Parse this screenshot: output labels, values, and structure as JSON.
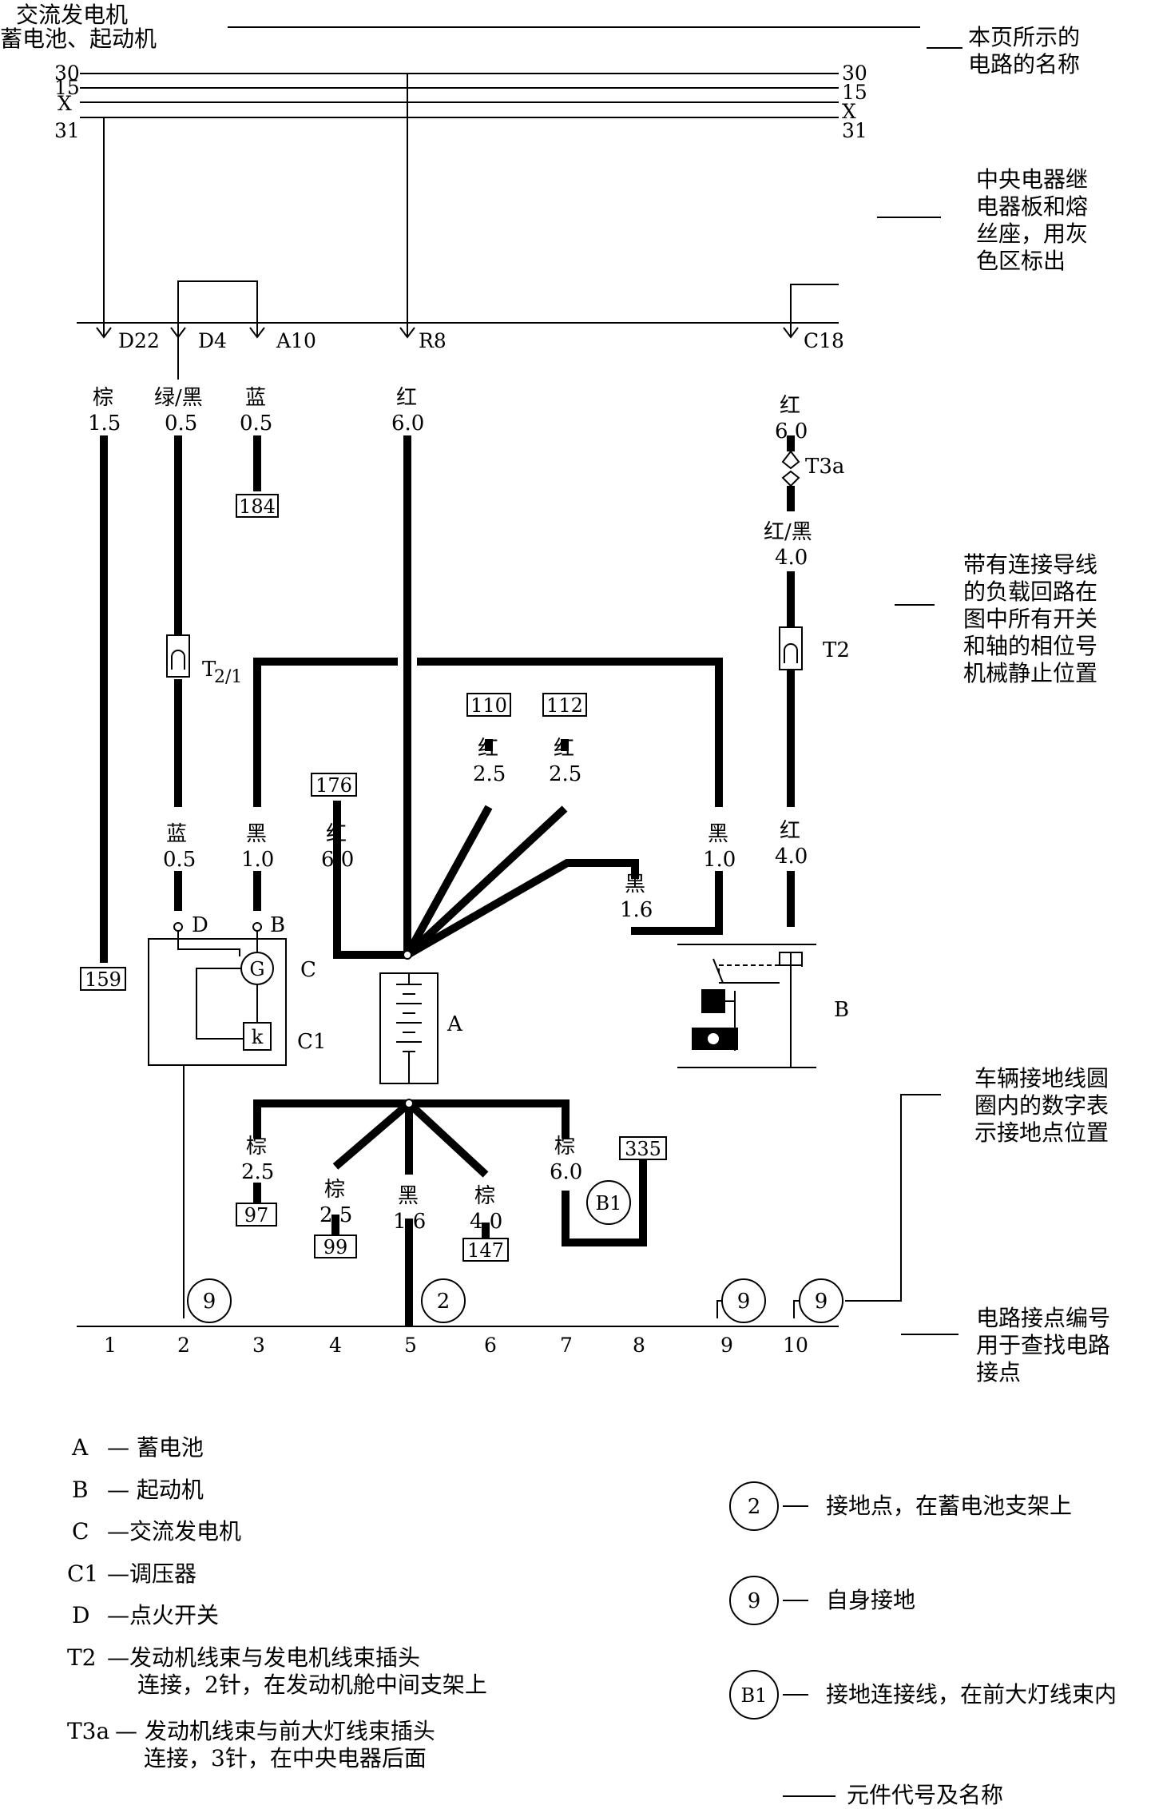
{
  "header": {
    "title_line1": "交流发电机",
    "title_line2": "蓄电池、起动机"
  },
  "rails": {
    "left": [
      "30",
      "15",
      "X",
      "31"
    ],
    "right": [
      "30",
      "15",
      "X",
      "31"
    ]
  },
  "annotations": {
    "circuit_name": [
      "本页所示的",
      "电路的名称"
    ],
    "relay_board": [
      "中央电器继",
      "电器板和熔",
      "丝座，用灰",
      "色区标出"
    ],
    "load_circuit": [
      "带有连接导线",
      "的负载回路在",
      "图中所有开关",
      "和轴的相位号",
      "机械静止位置"
    ],
    "ground_points": [
      "车辆接地线圆",
      "圈内的数字表",
      "示接地点位置"
    ],
    "contact_numbers": [
      "电路接点编号",
      "用于查找电路",
      "接点"
    ]
  },
  "terminals": {
    "D22": "D22",
    "D4": "D4",
    "A10": "A10",
    "R8": "R8",
    "C18": "C18"
  },
  "wires": {
    "d22": {
      "color": "棕",
      "size": "1.5"
    },
    "d4": {
      "color": "绿/黑",
      "size": "0.5"
    },
    "a10": {
      "color": "蓝",
      "size": "0.5"
    },
    "r8": {
      "color": "红",
      "size": "6.0"
    },
    "c18_a": {
      "color": "红",
      "size": "6.0"
    },
    "c18_b": {
      "color": "红/黑",
      "size": "4.0"
    },
    "c18_c": {
      "color": "红",
      "size": "4.0"
    },
    "red110": {
      "color": "红",
      "size": "2.5"
    },
    "red112": {
      "color": "红",
      "size": "2.5"
    },
    "red176": {
      "color": "红",
      "size": "6.0"
    },
    "blueD": {
      "color": "蓝",
      "size": "0.5"
    },
    "blackB": {
      "color": "黑",
      "size": "1.0"
    },
    "blackR": {
      "color": "黑",
      "size": "1.0"
    },
    "black16a": {
      "color": "黑",
      "size": "1.6"
    },
    "brown97": {
      "color": "棕",
      "size": "2.5"
    },
    "brown99": {
      "color": "棕",
      "size": "2.5"
    },
    "black16b": {
      "color": "黑",
      "size": "1.6"
    },
    "brown147": {
      "color": "棕",
      "size": "4.0"
    },
    "brown60": {
      "color": "棕",
      "size": "6.0"
    }
  },
  "refs": {
    "r184": "184",
    "r110": "110",
    "r112": "112",
    "r176": "176",
    "r159": "159",
    "r97": "97",
    "r99": "99",
    "r147": "147",
    "r335": "335"
  },
  "connectors": {
    "t21_main": "T",
    "t21_sub": "2/1",
    "t3a": "T3a",
    "t2": "T2"
  },
  "components": {
    "A": "A",
    "B": "B",
    "C": "C",
    "C1": "C1",
    "pinD": "D",
    "pinB": "B",
    "G": "G",
    "k": "k"
  },
  "grounds": {
    "g9a": "9",
    "g2": "2",
    "g9b": "9",
    "g9c": "9",
    "b1": "B1"
  },
  "columns": [
    "1",
    "2",
    "3",
    "4",
    "5",
    "6",
    "7",
    "8",
    "9",
    "10"
  ],
  "legend": {
    "items": [
      {
        "code": "A",
        "sep": "—",
        "text": [
          "蓄电池"
        ]
      },
      {
        "code": "B",
        "sep": "—",
        "text": [
          "起动机"
        ]
      },
      {
        "code": "C",
        "sep": "—",
        "text": [
          "交流发电机"
        ]
      },
      {
        "code": "C1",
        "sep": "—",
        "text": [
          "调压器"
        ]
      },
      {
        "code": "D",
        "sep": "—",
        "text": [
          "点火开关"
        ]
      },
      {
        "code": "T2",
        "sep": "—",
        "text": [
          "发动机线束与发电机线束插头",
          "连接，2针，在发动机舱中间支架上"
        ]
      },
      {
        "code": "T3a",
        "sep": "—",
        "text": [
          "发动机线束与前大灯线束插头",
          "连接，3针，在中央电器后面"
        ]
      }
    ],
    "grounds": [
      {
        "symbol": "2",
        "text": "接地点，在蓄电池支架上"
      },
      {
        "symbol": "9",
        "text": "自身接地"
      },
      {
        "symbol": "B1",
        "text": "接地连接线，在前大灯线束内"
      }
    ],
    "footer": "元件代号及名称"
  }
}
